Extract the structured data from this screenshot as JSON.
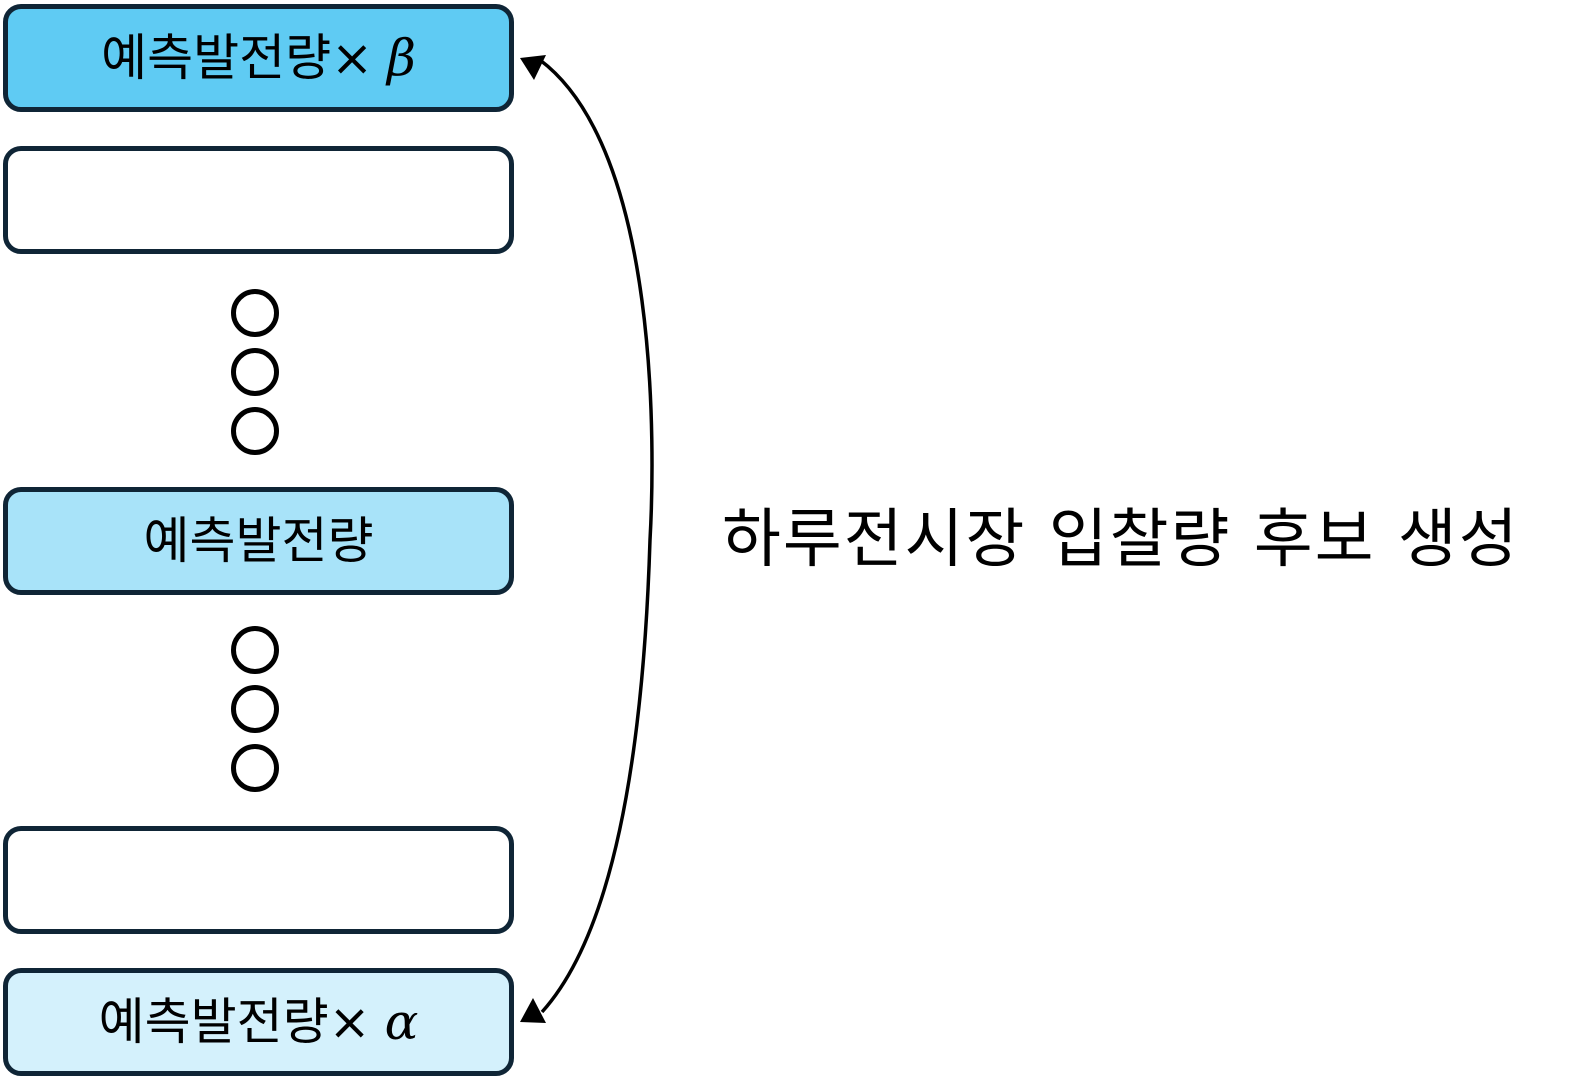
{
  "boxes": [
    {
      "id": "top",
      "label": "예측발전량×",
      "symbol": "β",
      "fill": "#5fcbf3"
    },
    {
      "id": "second",
      "label": "",
      "symbol": "",
      "fill": "#ffffff"
    },
    {
      "id": "middle",
      "label": "예측발전량",
      "symbol": "",
      "fill": "#a8e3f9"
    },
    {
      "id": "fourth",
      "label": "",
      "symbol": "",
      "fill": "#ffffff"
    },
    {
      "id": "bottom",
      "label": "예측발전량×",
      "symbol": "α",
      "fill": "#d4f1fc"
    }
  ],
  "side_label": "하루전시장 입찰량 후보 생성",
  "colors": {
    "border": "#0f2536",
    "dots": "#000000",
    "arrow": "#000000"
  }
}
